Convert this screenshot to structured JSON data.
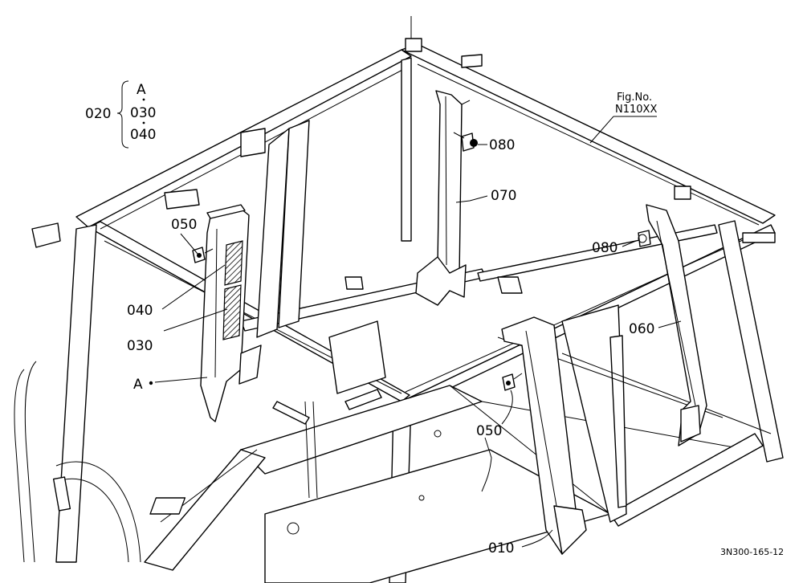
{
  "figure": {
    "fig_no_label": "Fig.No.",
    "fig_no_value": "N110XX",
    "drawing_code": "3N300-165-12"
  },
  "assembly_bracket": {
    "parent": "020",
    "items": [
      "A",
      "030",
      "040"
    ]
  },
  "callouts": {
    "c010": "010",
    "c030": "030",
    "c040": "040",
    "c050_left": "050",
    "c050_right": "050",
    "c060": "060",
    "c070": "070",
    "c080_top": "080",
    "c080_right": "080",
    "cA": "A"
  }
}
